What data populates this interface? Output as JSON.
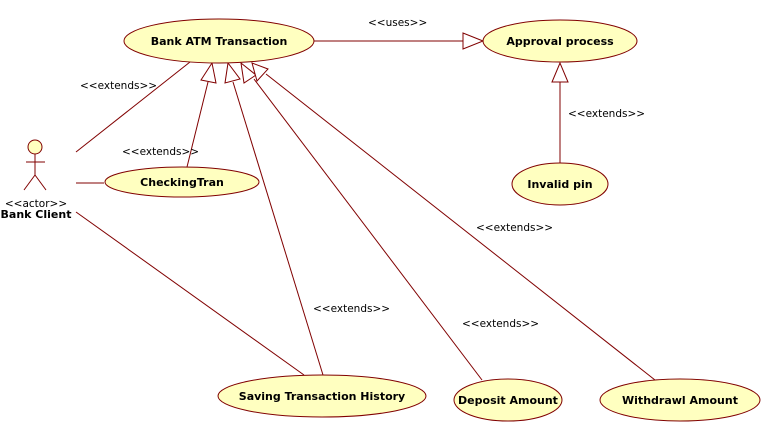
{
  "colors": {
    "line": "#800000",
    "usecase_fill": "#ffffc0"
  },
  "actor": {
    "stereotype": "<<actor>>",
    "name": "Bank Client"
  },
  "use_cases": {
    "bank_atm": "Bank ATM Transaction",
    "approval": "Approval process",
    "invalid_pin": "Invalid pin",
    "checking": "CheckingTran",
    "saving": "Saving Transaction History",
    "deposit": "Deposit Amount",
    "withdrawl": "Withdrawl Amount"
  },
  "relations": {
    "uses": "<<uses>>",
    "extends_actor_atm": "<<extends>>",
    "extends_checking": "<<extends>>",
    "extends_invalid_pin": "<<extends>>",
    "extends_withdrawl": "<<extends>>",
    "extends_saving": "<<extends>>",
    "extends_deposit": "<<extends>>"
  }
}
